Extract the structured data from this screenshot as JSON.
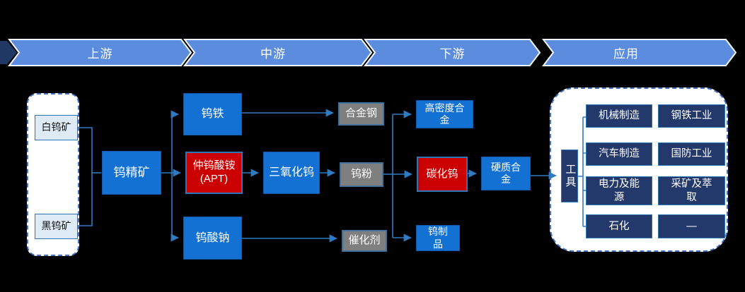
{
  "title_hidden": "",
  "colors": {
    "background": "#000000",
    "banner_blue": "#5B8CDE",
    "banner_outline": "#F2F6FC",
    "start_chevron_navy": "#1F3864",
    "node_blue": "#1371D4",
    "node_red": "#CC0101",
    "node_gray": "#7F7F7F",
    "node_navy": "#24396B",
    "ore_light_blue": "#DEEBF7",
    "connector_blue": "#2F7BC3",
    "container_border_blue": "#4472C4",
    "container_fill": "#FFFFFF",
    "text_on_dark": "#FFFFFF",
    "text_on_light": "#111111"
  },
  "banner": {
    "segments": [
      {
        "label": "上游"
      },
      {
        "label": "中游"
      },
      {
        "label": "下游"
      },
      {
        "label": "应用"
      }
    ]
  },
  "upstream": {
    "ore_group": {
      "items": [
        {
          "label": "白钨矿"
        },
        {
          "label": "黑钨矿"
        }
      ]
    },
    "concentrate": {
      "label": "钨精矿"
    }
  },
  "midstream": {
    "ferrotungsten": {
      "label": "钨铁"
    },
    "apt": {
      "line1": "仲钨酸铵",
      "line2": "(APT)"
    },
    "sodium_tungstate": {
      "label": "钨酸钠"
    },
    "tungsten_trioxide": {
      "label": "三氧化钨"
    },
    "alloy_steel": {
      "label": "合金钢"
    },
    "tungsten_powder": {
      "label": "钨粉"
    },
    "catalyst": {
      "label": "催化剂"
    }
  },
  "downstream": {
    "high_density_alloy": {
      "line1": "高密度合",
      "line2": "金"
    },
    "tungsten_carbide": {
      "label": "碳化钨"
    },
    "tungsten_products": {
      "line1": "钨制",
      "line2": "品"
    },
    "hard_alloy": {
      "line1": "硬质合",
      "line2": "金"
    }
  },
  "application": {
    "tool": {
      "label": "工具"
    },
    "grid": [
      {
        "line1": "机械制造"
      },
      {
        "line1": "钢铁工业"
      },
      {
        "line1": "汽车制造"
      },
      {
        "line1": "国防工业"
      },
      {
        "line1": "电力及能",
        "line2": "源"
      },
      {
        "line1": "采矿及萃",
        "line2": "取"
      },
      {
        "line1": "石化"
      },
      {
        "line1": "—"
      }
    ]
  }
}
